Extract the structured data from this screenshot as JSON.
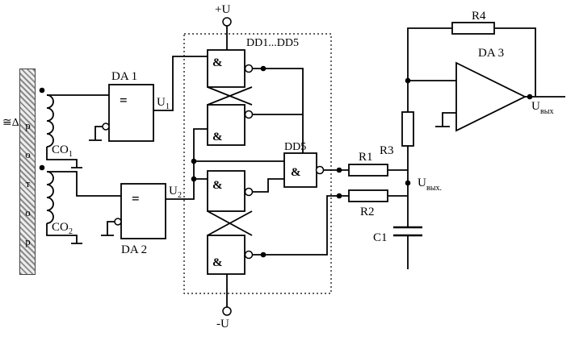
{
  "sensor": {
    "delta_label": "≅Δ",
    "rotor_word": "ротор",
    "coil1_base": "CO",
    "coil1_sub": "1",
    "coil2_base": "CO",
    "coil2_sub": "2"
  },
  "comparators": {
    "da1_label": "DA 1",
    "da2_label": "DA 2",
    "equal_symbol": "=",
    "u1_base": "U",
    "u1_sub": "1",
    "u2_base": "U",
    "u2_sub": "2"
  },
  "logic": {
    "box_label": "DD1...DD5",
    "and_symbol": "&",
    "dd5_label": "DD5",
    "v_plus": "+U",
    "v_minus": "-U"
  },
  "filter": {
    "r1_label": "R1",
    "r2_label": "R2",
    "c1_label": "C1",
    "u_mid_base": "U",
    "u_mid_sub": "вых."
  },
  "amplifier": {
    "da3_label": "DA 3",
    "r3_label": "R3",
    "r4_label": "R4",
    "u_out_base": "U",
    "u_out_sub": "вых"
  }
}
